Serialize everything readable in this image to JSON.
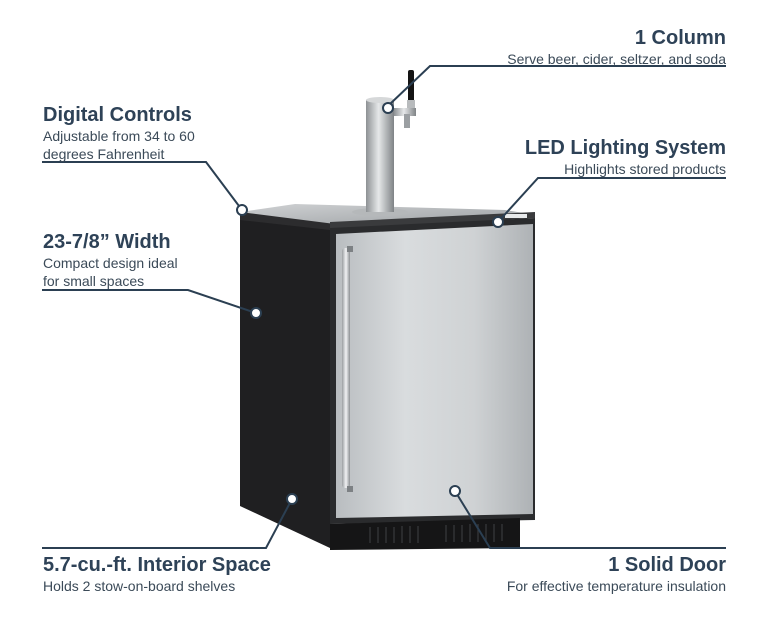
{
  "callouts": {
    "column": {
      "title": "1 Column",
      "desc": "Serve beer, cider, seltzer, and soda"
    },
    "controls": {
      "title": "Digital Controls",
      "desc_line1": "Adjustable from 34 to 60",
      "desc_line2": "degrees Fahrenheit"
    },
    "lighting": {
      "title": "LED Lighting System",
      "desc": "Highlights stored products"
    },
    "width": {
      "title": "23-7/8” Width",
      "desc_line1": "Compact design ideal",
      "desc_line2": "for small spaces"
    },
    "interior": {
      "title": "5.7-cu.-ft. Interior Space",
      "desc": "Holds 2 stow-on-board shelves"
    },
    "door": {
      "title": "1 Solid Door",
      "desc": "For effective temperature insulation"
    }
  },
  "colors": {
    "title": "#2e4257",
    "line": "#2b3f52",
    "cabinet": "#1c1c1e",
    "steel": "#c9ccce"
  }
}
